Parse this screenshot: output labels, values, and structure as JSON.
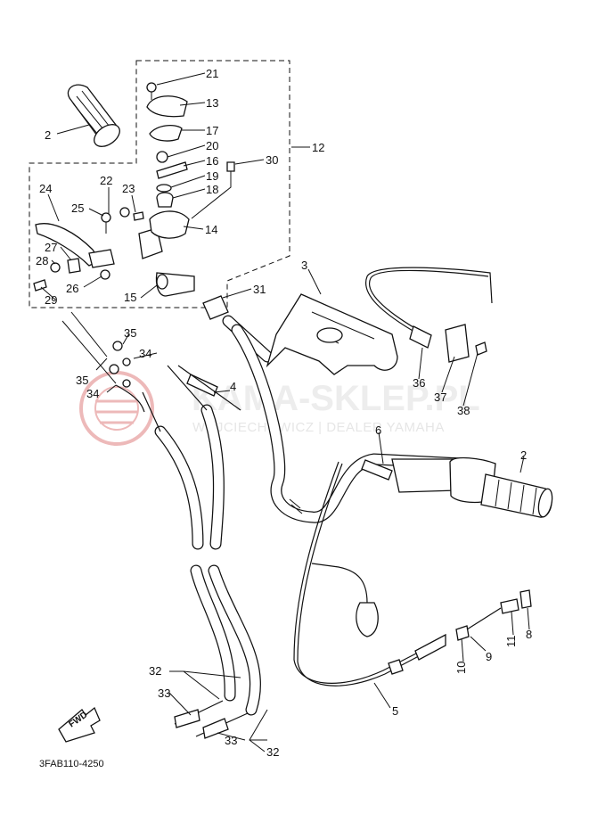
{
  "watermark": {
    "main": "KAMA-SKLEP.PL",
    "sub": "WOJCIECHOWICZ | DEALER YAMAHA",
    "logo_color": "#e08080"
  },
  "diagram_code": "3FAB110-4250",
  "fwd_label": "FWD",
  "callouts": [
    "21",
    "13",
    "17",
    "20",
    "16",
    "19",
    "18",
    "30",
    "12",
    "2",
    "22",
    "23",
    "24",
    "25",
    "14",
    "27",
    "28",
    "26",
    "29",
    "15",
    "31",
    "3",
    "35",
    "34",
    "35",
    "34",
    "4",
    "36",
    "37",
    "38",
    "6",
    "2",
    "11",
    "8",
    "10",
    "9",
    "5",
    "32",
    "33",
    "33",
    "32"
  ]
}
